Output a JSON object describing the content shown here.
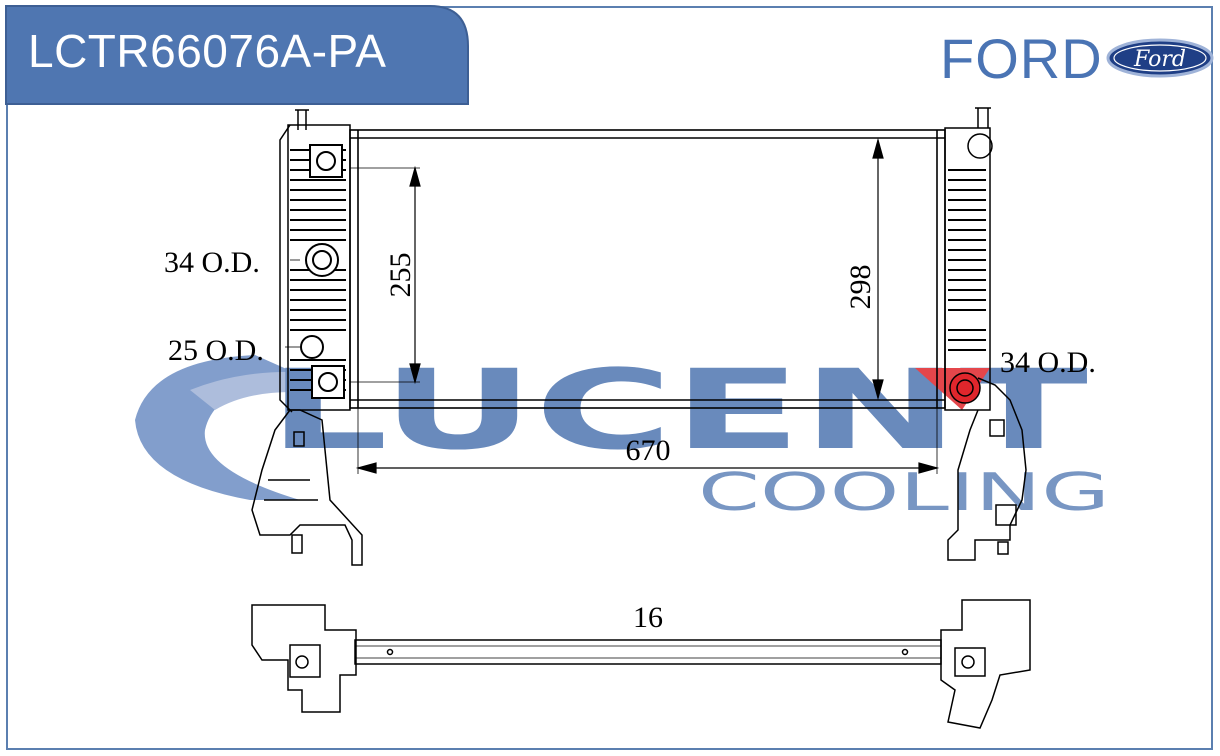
{
  "part_number": "LCTR66076A-PA",
  "brand": "FORD",
  "brand_logo_text": "Ford",
  "watermark": {
    "line1": "LUCENT",
    "line2": "COOLING"
  },
  "dimensions": {
    "core_width": "670",
    "core_height": "298",
    "tank_height": "255",
    "thickness": "16"
  },
  "connections": {
    "left_upper": "34 O.D.",
    "left_lower": "25 O.D.",
    "right": "34 O.D."
  },
  "colors": {
    "accent": "#4f76b1",
    "brand": "#4a74b4",
    "highlight": "#e0262c"
  }
}
